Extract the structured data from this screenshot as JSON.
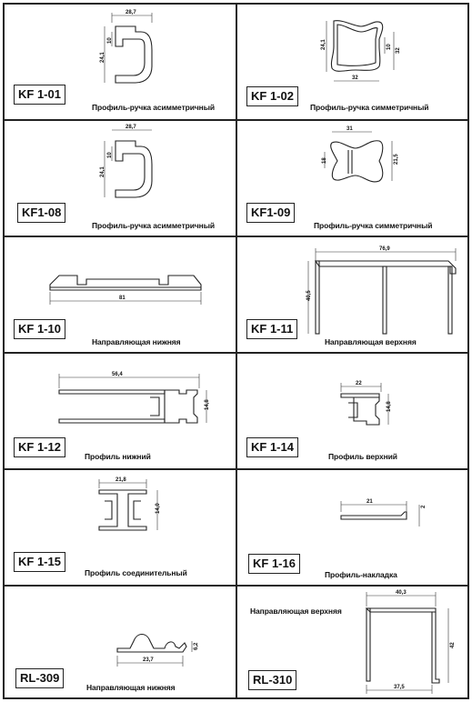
{
  "profiles": [
    {
      "code": "KF 1-01",
      "description": "Профиль-ручка асимметричный",
      "dims": [
        "28,7",
        "24,1",
        "10"
      ]
    },
    {
      "code": "KF 1-02",
      "description": "Профиль-ручка симметричный",
      "dims": [
        "24,1",
        "10",
        "32",
        "32"
      ]
    },
    {
      "code": "KF1-08",
      "description": "Профиль-ручка асимметричный",
      "dims": [
        "28,7",
        "10",
        "24,1"
      ]
    },
    {
      "code": "KF1-09",
      "description": "Профиль-ручка симметричный",
      "dims": [
        "31",
        "18",
        "21,5"
      ]
    },
    {
      "code": "KF 1-10",
      "description": "Направляющая нижняя",
      "dims": [
        "81"
      ]
    },
    {
      "code": "KF 1-11",
      "description": "Направляющая верхняя",
      "dims": [
        "76,9",
        "40,5"
      ]
    },
    {
      "code": "KF 1-12",
      "description": "Профиль нижний",
      "dims": [
        "56,4",
        "14,8"
      ]
    },
    {
      "code": "KF 1-14",
      "description": "Профиль верхний",
      "dims": [
        "22",
        "14,8"
      ]
    },
    {
      "code": "KF 1-15",
      "description": "Профиль соединительный",
      "dims": [
        "21,8",
        "14,0"
      ]
    },
    {
      "code": "KF 1-16",
      "description": "Профиль-накладка",
      "dims": [
        "21",
        "2"
      ]
    },
    {
      "code": "RL-309",
      "description": "Направляющая нижняя",
      "dims": [
        "23,7",
        "6,2"
      ]
    },
    {
      "code": "RL-310",
      "description": "Направляющая верхняя",
      "dims": [
        "40,3",
        "42",
        "37,5"
      ]
    }
  ]
}
